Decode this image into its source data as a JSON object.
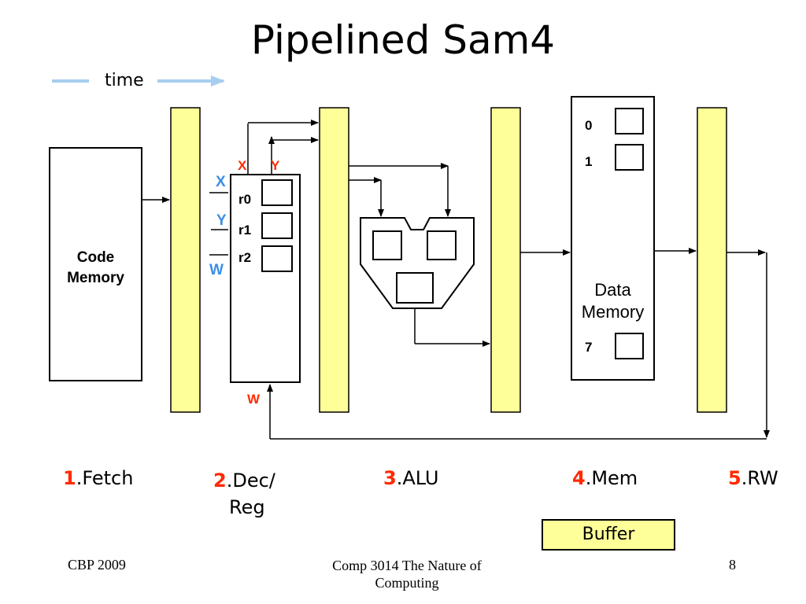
{
  "title": "Pipelined Sam4",
  "time_label": "time",
  "code_memory": [
    "Code",
    "Memory"
  ],
  "registers": [
    "r0",
    "r1",
    "r2"
  ],
  "reg_inputs": [
    "X",
    "Y",
    "W"
  ],
  "reg_outputs": [
    "X",
    "Y"
  ],
  "write_label": "W",
  "data_memory": {
    "label": [
      "Data",
      "Memory"
    ],
    "addresses": [
      "0",
      "1",
      "7"
    ]
  },
  "stages": [
    {
      "num": "1",
      "name": ".Fetch"
    },
    {
      "num": "2",
      "name": ".Dec/",
      "name2": "Reg"
    },
    {
      "num": "3",
      "name": ".ALU"
    },
    {
      "num": "4",
      "name": ".Mem"
    },
    {
      "num": "5",
      "name": ".RW"
    }
  ],
  "legend": "Buffer",
  "footer": {
    "left": "CBP 2009",
    "center": [
      "Comp 3014 The Nature of",
      "Computing"
    ],
    "page": "8"
  },
  "colors": {
    "buffer_fill": "#ffff99",
    "time_arrow": "#a8cdf0",
    "stage_number": "#ff2a00",
    "reg_input_label": "#3a8ee6",
    "reg_output_label": "#ff2a00"
  }
}
